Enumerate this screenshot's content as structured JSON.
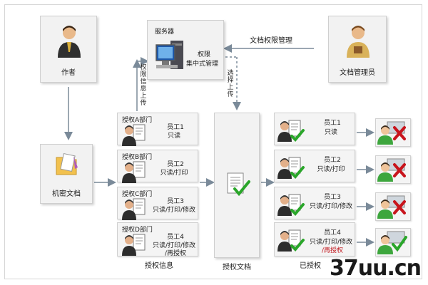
{
  "nodes": {
    "author": "作者",
    "server_title": "服务器",
    "server_desc_line1": "权限",
    "server_desc_line2": "集中式管理",
    "doc_admin": "文档管理员",
    "confidential_doc": "机密文档",
    "auth_doc": "授权文档",
    "auth_info": "授权信息",
    "authorized_staff": "已授权"
  },
  "arrows": {
    "doc_permission_mgmt": "文档权限管理",
    "permission_upload": "权限信息上传",
    "select_upload": "选择上传"
  },
  "departments": [
    {
      "dept": "授权A部门",
      "staff": "员工1",
      "perm": "只读"
    },
    {
      "dept": "授权B部门",
      "staff": "员工2",
      "perm": "只读/打印"
    },
    {
      "dept": "授权C部门",
      "staff": "员工3",
      "perm": "只读/打印/修改"
    },
    {
      "dept": "授权D部门",
      "staff": "员工4",
      "perm": "只读/打印/修改",
      "perm2": "/再授权"
    }
  ],
  "results": [
    {
      "staff": "员工1",
      "perm": "只读",
      "access": "denied"
    },
    {
      "staff": "员工2",
      "perm": "只读/打印",
      "access": "denied"
    },
    {
      "staff": "员工3",
      "perm": "只读/打印/修改",
      "access": "denied"
    },
    {
      "staff": "员工4",
      "perm": "只读/打印/修改",
      "perm2": "/再授权",
      "access": "granted"
    }
  ],
  "watermark": "37uu.cn",
  "colors": {
    "arrow": "#7a8a99",
    "check": "#2aa62a",
    "cross": "#c8141c",
    "monitor": "#2a6fc4"
  }
}
